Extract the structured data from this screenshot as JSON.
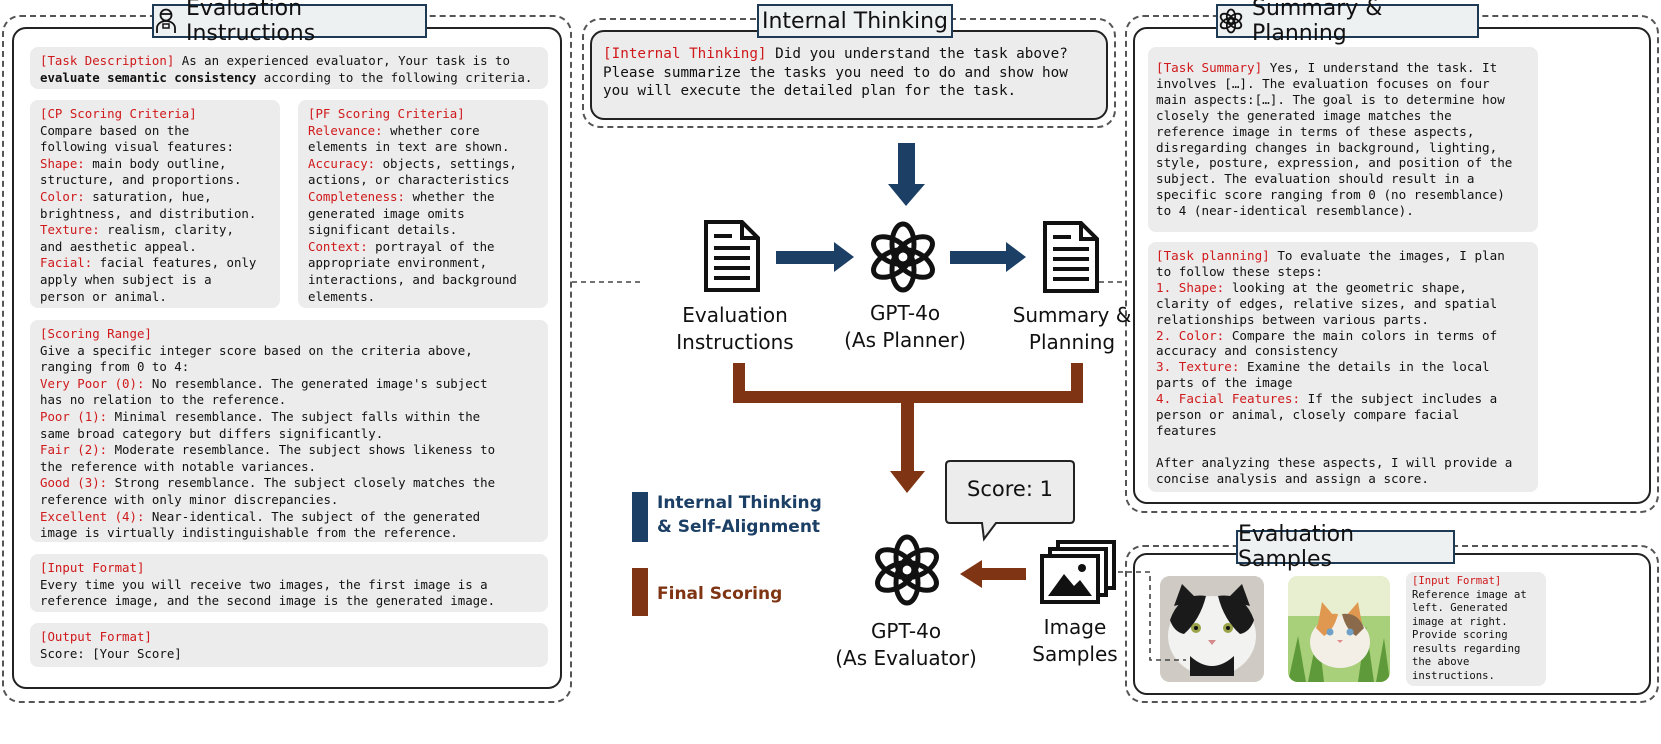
{
  "panels": {
    "evaluation_instructions": {
      "title": "Evaluation Instructions",
      "task_description_tag": "[Task Description]",
      "task_description_text_1": " As an experienced evaluator, Your task is to",
      "task_description_bold": "evaluate semantic consistency",
      "task_description_text_2": " according to the following criteria.",
      "cp": {
        "tag": "[CP Scoring Criteria]",
        "intro": "Compare based on the\nfollowing visual features:",
        "items": [
          {
            "key": "Shape:",
            "text": " main body outline,\nstructure, and proportions."
          },
          {
            "key": "Color:",
            "text": " saturation, hue,\nbrightness, and distribution."
          },
          {
            "key": "Texture:",
            "text": " realism, clarity,\nand aesthetic appeal."
          },
          {
            "key": "Facial:",
            "text": " facial features, only\napply when subject is a\nperson or animal."
          }
        ]
      },
      "pf": {
        "tag": "[PF Scoring Criteria]",
        "items": [
          {
            "key": "Relevance:",
            "text": " whether core\nelements in text are shown."
          },
          {
            "key": "Accuracy:",
            "text": " objects, settings,\nactions, or characteristics"
          },
          {
            "key": "Completeness:",
            "text": " whether the\ngenerated image omits\nsignificant details."
          },
          {
            "key": "Context:",
            "text": " portrayal of the\nappropriate environment,\ninteractions, and background\nelements."
          }
        ]
      },
      "range": {
        "tag": "[Scoring Range]",
        "intro": "Give a specific integer score based on the criteria above,\nranging from 0 to 4:",
        "items": [
          {
            "key": "Very Poor (0):",
            "text": " No resemblance. The generated image's subject\nhas no relation to the reference."
          },
          {
            "key": "Poor (1):",
            "text": " Minimal resemblance. The subject falls within the\nsame broad category but differs significantly."
          },
          {
            "key": "Fair (2):",
            "text": " Moderate resemblance. The subject shows likeness to\nthe reference with notable variances."
          },
          {
            "key": "Good (3):",
            "text": " Strong resemblance. The subject closely matches the\nreference with only minor discrepancies."
          },
          {
            "key": "Excellent (4):",
            "text": " Near-identical. The subject of the generated\nimage is virtually indistinguishable from the reference."
          }
        ]
      },
      "input_format": {
        "tag": "[Input Format]",
        "text": "Every time you will receive two images, the first image is a\nreference image, and the second image is the generated image."
      },
      "output_format": {
        "tag": "[Output Format]",
        "text": "Score: [Your Score]"
      }
    },
    "internal_thinking": {
      "title": "Internal Thinking",
      "tag": "[Internal Thinking]",
      "text": " Did you understand the task above?\nPlease summarize the tasks you need to do and show how\nyou will execute the detailed plan for the task."
    },
    "summary_planning": {
      "title": "Summary & Planning",
      "summary_tag": "[Task Summary]",
      "summary_text": " Yes, I understand the task. It\ninvolves […]. The evaluation focuses on four\nmain aspects:[…]. The goal is to determine how\nclosely the generated image matches the\nreference image in terms of these aspects,\ndisregarding changes in background, lighting,\nstyle, posture, expression, and position of the\nsubject. The evaluation should result in a\nspecific score ranging from 0 (no resemblance)\nto 4 (near-identical resemblance).",
      "planning_tag": "[Task planning]",
      "planning_intro": " To evaluate the images, I plan\nto follow these steps:",
      "steps": [
        {
          "key": "1. Shape:",
          "text": " looking at the geometric shape,\nclarity of edges, relative sizes, and spatial\nrelationships between various parts."
        },
        {
          "key": "2. Color:",
          "text": " Compare the main colors in terms of\naccuracy and consistency"
        },
        {
          "key": "3. Texture:",
          "text": " Examine the details in the local\nparts of the image"
        },
        {
          "key": "4. Facial Features:",
          "text": " If the subject includes a\nperson or animal, closely compare facial\nfeatures"
        }
      ],
      "closing": "After analyzing these aspects, I will provide a\nconcise analysis and assign a score."
    },
    "evaluation_samples": {
      "title": "Evaluation Samples",
      "tag": "[Input Format]",
      "text": "Reference image at\nleft. Generated\nimage at right.\nProvide scoring\nresults regarding\nthe above\ninstructions."
    }
  },
  "flow": {
    "eval_instructions_label": "Evaluation\nInstructions",
    "planner_label": "GPT-4o\n(As Planner)",
    "summary_label": "Summary &\nPlanning",
    "evaluator_label": "GPT-4o\n(As Evaluator)",
    "samples_label": "Image\nSamples",
    "score_bubble": "Score: 1"
  },
  "legend": {
    "internal": "Internal Thinking\n& Self-Alignment",
    "final": "Final Scoring"
  },
  "colors": {
    "blue": "#1c3f66",
    "brown": "#7f3514",
    "red_text": "#d0191b",
    "card_bg": "#ececec"
  },
  "icons": [
    "robot-person-icon",
    "openai-logo-icon",
    "document-icon",
    "image-gallery-icon",
    "speech-bubble-icon"
  ]
}
